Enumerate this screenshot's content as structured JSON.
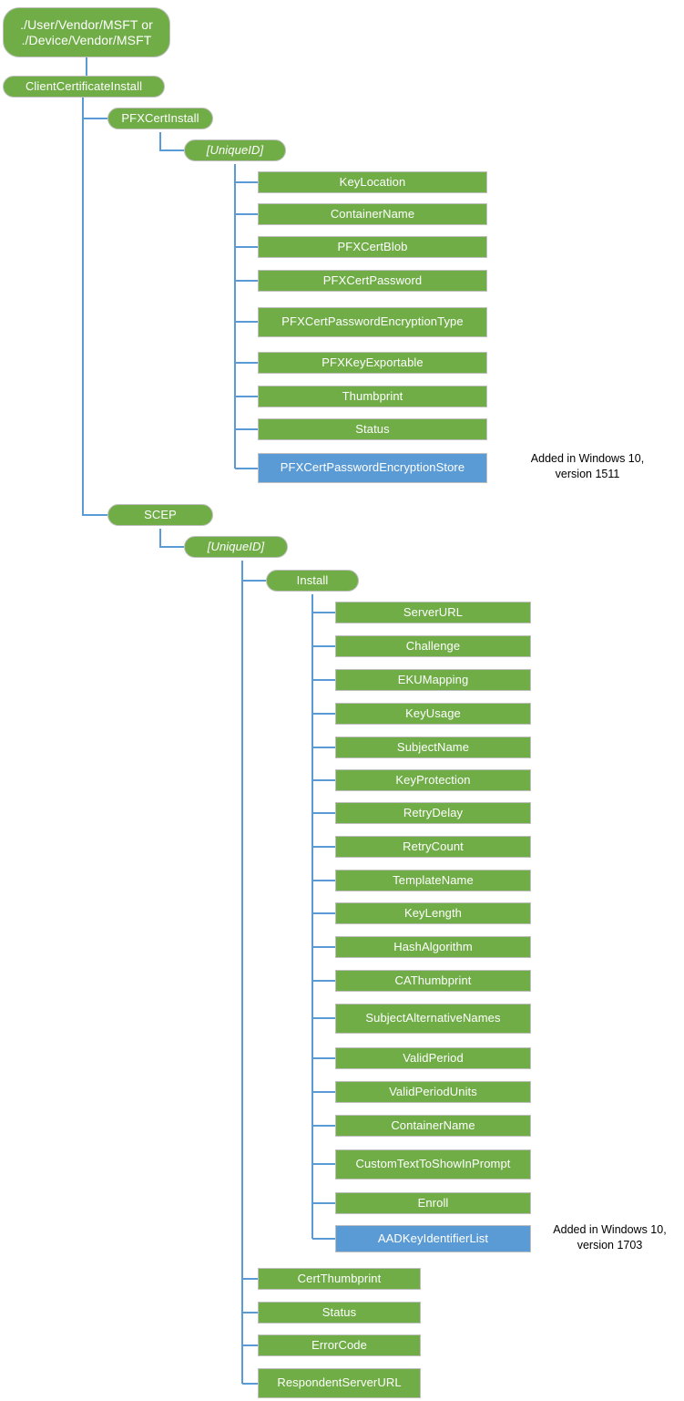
{
  "diagram": {
    "title": "ClientCertificateInstall CSP node tree",
    "colors": {
      "node_green": "#70AD47",
      "node_blue": "#5B9BD5",
      "edge_blue": "#5B9BD5",
      "node_border": "#BFBFBF",
      "background": "#FFFFFF",
      "node_text": "#FFFFFF",
      "annotation_text": "#000000"
    },
    "nodes": {
      "root": "./User/Vendor/MSFT or\n./Device/Vendor/MSFT",
      "client_certificate_install": "ClientCertificateInstall",
      "pfx_cert_install": "PFXCertInstall",
      "pfx_unique_id": "[UniqueID]",
      "scep": "SCEP",
      "scep_unique_id": "[UniqueID]",
      "scep_install": "Install"
    },
    "pfx_children": [
      "KeyLocation",
      "ContainerName",
      "PFXCertBlob",
      "PFXCertPassword",
      "PFXCertPasswordEncryptionType",
      "PFXKeyExportable",
      "Thumbprint",
      "Status",
      "PFXCertPasswordEncryptionStore"
    ],
    "scep_install_children": [
      "ServerURL",
      "Challenge",
      "EKUMapping",
      "KeyUsage",
      "SubjectName",
      "KeyProtection",
      "RetryDelay",
      "RetryCount",
      "TemplateName",
      "KeyLength",
      "HashAlgorithm",
      "CAThumbprint",
      "SubjectAlternativeNames",
      "ValidPeriod",
      "ValidPeriodUnits",
      "ContainerName",
      "CustomTextToShowInPrompt",
      "Enroll",
      "AADKeyIdentifierList"
    ],
    "scep_unique_id_children": [
      "CertThumbprint",
      "Status",
      "ErrorCode",
      "RespondentServerURL"
    ],
    "annotations": {
      "pfx_note": "Added in Windows 10,\nversion 1511",
      "scep_note": "Added in Windows 10,\nversion 1703"
    }
  }
}
